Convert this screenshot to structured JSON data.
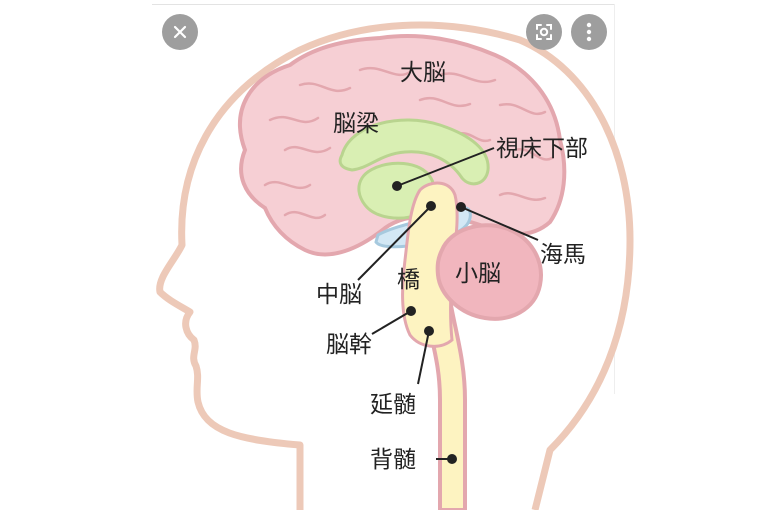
{
  "labels": {
    "cerebrum": "大脳",
    "corpus_callosum": "脳梁",
    "hypothalamus": "視床下部",
    "hippocampus": "海馬",
    "midbrain": "中脳",
    "pons": "橋",
    "cerebellum": "小脳",
    "brainstem": "脳幹",
    "medulla": "延髄",
    "spinal_cord": "背髄"
  },
  "controls": {
    "close_icon": "close-icon",
    "lens_icon": "lens-search-icon",
    "more_icon": "more-vertical-icon"
  },
  "colors": {
    "head_outline": "#edc9b8",
    "brain_fill": "#f6cfd4",
    "brain_outline": "#e3a7ae",
    "green": "#d9efb3",
    "yellow": "#fdf3c1",
    "blue": "#d3e8f5",
    "cerebellum": "#f1b6be",
    "button": "#9e9e9e"
  }
}
